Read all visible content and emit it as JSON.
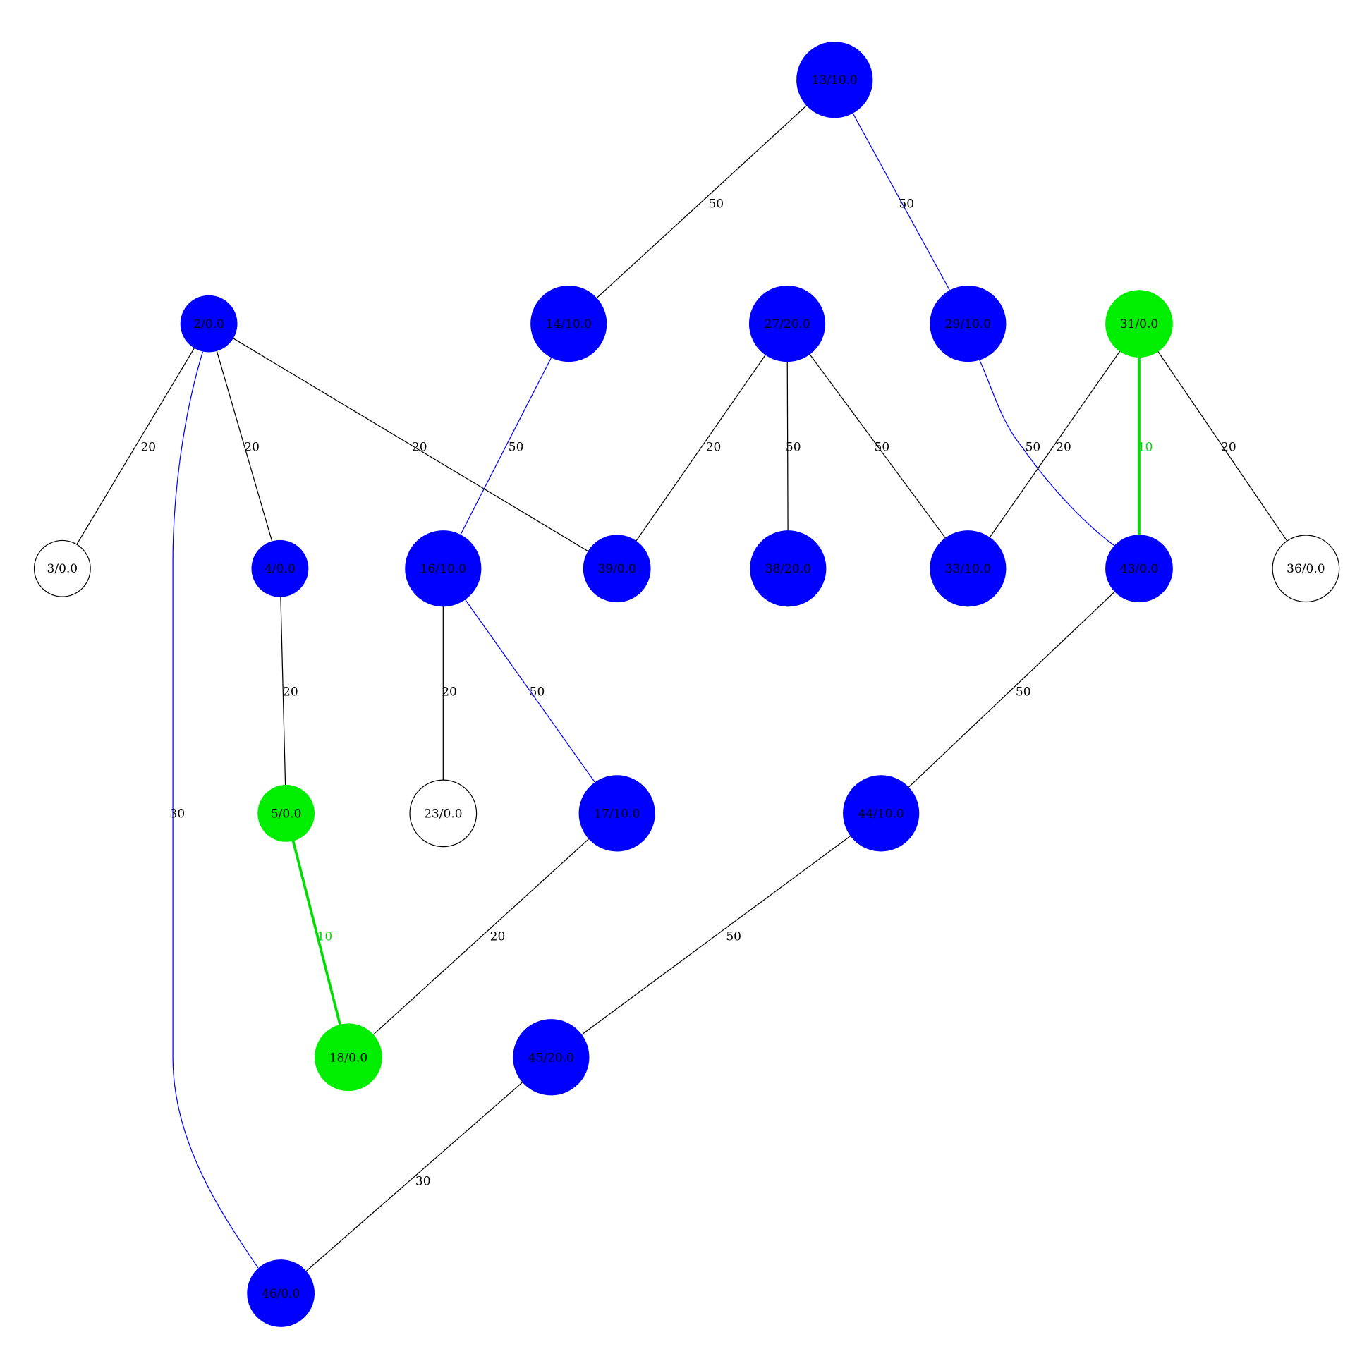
{
  "colors": {
    "blue": "#0000ff",
    "green": "#00ee00",
    "white": "#ffffff",
    "black": "#000000",
    "edge_black": "#000000",
    "edge_blue": "#0000ff",
    "edge_green": "#00dd00"
  },
  "nodes": [
    {
      "id": "13",
      "label": "13/10.0",
      "fill": "blue"
    },
    {
      "id": "2",
      "label": "2/0.0",
      "fill": "blue"
    },
    {
      "id": "14",
      "label": "14/10.0",
      "fill": "blue"
    },
    {
      "id": "27",
      "label": "27/20.0",
      "fill": "blue"
    },
    {
      "id": "29",
      "label": "29/10.0",
      "fill": "blue"
    },
    {
      "id": "31",
      "label": "31/0.0",
      "fill": "green"
    },
    {
      "id": "3",
      "label": "3/0.0",
      "fill": "white"
    },
    {
      "id": "4",
      "label": "4/0.0",
      "fill": "blue"
    },
    {
      "id": "16",
      "label": "16/10.0",
      "fill": "blue"
    },
    {
      "id": "39",
      "label": "39/0.0",
      "fill": "blue"
    },
    {
      "id": "38",
      "label": "38/20.0",
      "fill": "blue"
    },
    {
      "id": "33",
      "label": "33/10.0",
      "fill": "blue"
    },
    {
      "id": "43",
      "label": "43/0.0",
      "fill": "blue"
    },
    {
      "id": "36",
      "label": "36/0.0",
      "fill": "white"
    },
    {
      "id": "5",
      "label": "5/0.0",
      "fill": "green"
    },
    {
      "id": "23",
      "label": "23/0.0",
      "fill": "white"
    },
    {
      "id": "17",
      "label": "17/10.0",
      "fill": "blue"
    },
    {
      "id": "44",
      "label": "44/10.0",
      "fill": "blue"
    },
    {
      "id": "18",
      "label": "18/0.0",
      "fill": "green"
    },
    {
      "id": "45",
      "label": "45/20.0",
      "fill": "blue"
    },
    {
      "id": "46",
      "label": "46/0.0",
      "fill": "blue"
    }
  ],
  "edges": [
    {
      "from": "13",
      "to": "14",
      "label": "50",
      "color": "edge_black"
    },
    {
      "from": "13",
      "to": "29",
      "label": "50",
      "color": "edge_blue"
    },
    {
      "from": "2",
      "to": "3",
      "label": "20",
      "color": "edge_black"
    },
    {
      "from": "2",
      "to": "4",
      "label": "20",
      "color": "edge_black"
    },
    {
      "from": "2",
      "to": "39",
      "label": "20",
      "color": "edge_black"
    },
    {
      "from": "2",
      "to": "46",
      "label": "30",
      "color": "edge_blue"
    },
    {
      "from": "14",
      "to": "16",
      "label": "50",
      "color": "edge_blue"
    },
    {
      "from": "27",
      "to": "39",
      "label": "20",
      "color": "edge_black"
    },
    {
      "from": "27",
      "to": "38",
      "label": "50",
      "color": "edge_black"
    },
    {
      "from": "27",
      "to": "33",
      "label": "50",
      "color": "edge_black"
    },
    {
      "from": "29",
      "to": "43",
      "label": "50",
      "color": "edge_blue"
    },
    {
      "from": "31",
      "to": "33",
      "label": "20",
      "color": "edge_black"
    },
    {
      "from": "31",
      "to": "43",
      "label": "10",
      "color": "edge_green"
    },
    {
      "from": "31",
      "to": "36",
      "label": "20",
      "color": "edge_black"
    },
    {
      "from": "4",
      "to": "5",
      "label": "20",
      "color": "edge_black"
    },
    {
      "from": "16",
      "to": "23",
      "label": "20",
      "color": "edge_black"
    },
    {
      "from": "16",
      "to": "17",
      "label": "50",
      "color": "edge_blue"
    },
    {
      "from": "43",
      "to": "44",
      "label": "50",
      "color": "edge_black"
    },
    {
      "from": "5",
      "to": "18",
      "label": "10",
      "color": "edge_green"
    },
    {
      "from": "17",
      "to": "18",
      "label": "20",
      "color": "edge_black"
    },
    {
      "from": "44",
      "to": "45",
      "label": "50",
      "color": "edge_black"
    },
    {
      "from": "45",
      "to": "46",
      "label": "30",
      "color": "edge_black"
    }
  ]
}
